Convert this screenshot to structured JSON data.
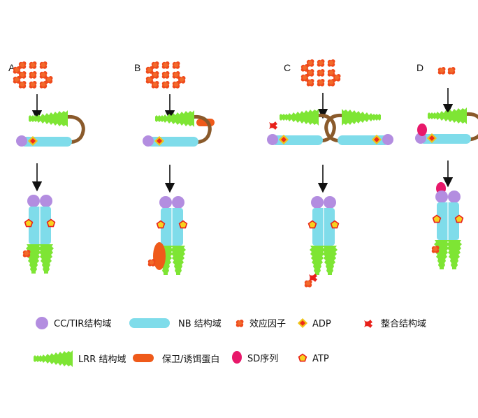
{
  "panels": [
    {
      "label": "A"
    },
    {
      "label": "B"
    },
    {
      "label": "C"
    },
    {
      "label": "D"
    }
  ],
  "legend": [
    {
      "icon": "cc-tir-domain-icon",
      "text": "CC/TIR结构域"
    },
    {
      "icon": "nb-domain-icon",
      "text": "NB 结构域"
    },
    {
      "icon": "effector-icon",
      "text": "效应因子"
    },
    {
      "icon": "adp-icon",
      "text": "ADP"
    },
    {
      "icon": "integrated-domain-icon",
      "text": "整合结构域"
    },
    {
      "icon": "lrr-domain-icon",
      "text": "LRR 结构域"
    },
    {
      "icon": "guard-decoy-icon",
      "text": "保卫/诱饵蛋白"
    },
    {
      "icon": "sd-sequence-icon",
      "text": "SD序列"
    },
    {
      "icon": "atp-icon",
      "text": "ATP"
    }
  ],
  "colors": {
    "cc_tir": "#b38de0",
    "nb": "#7fdcea",
    "effector": "#ef4a1c",
    "adp_fill": "#ef2a1a",
    "adp_border": "#f0c419",
    "integrated": "#e8201a",
    "lrr": "#7ee534",
    "guard": "#ef5a1a",
    "sd": "#e8186a",
    "atp_fill": "#f7d21e",
    "atp_border": "#e8201a",
    "linker": "#8a5a2b"
  }
}
